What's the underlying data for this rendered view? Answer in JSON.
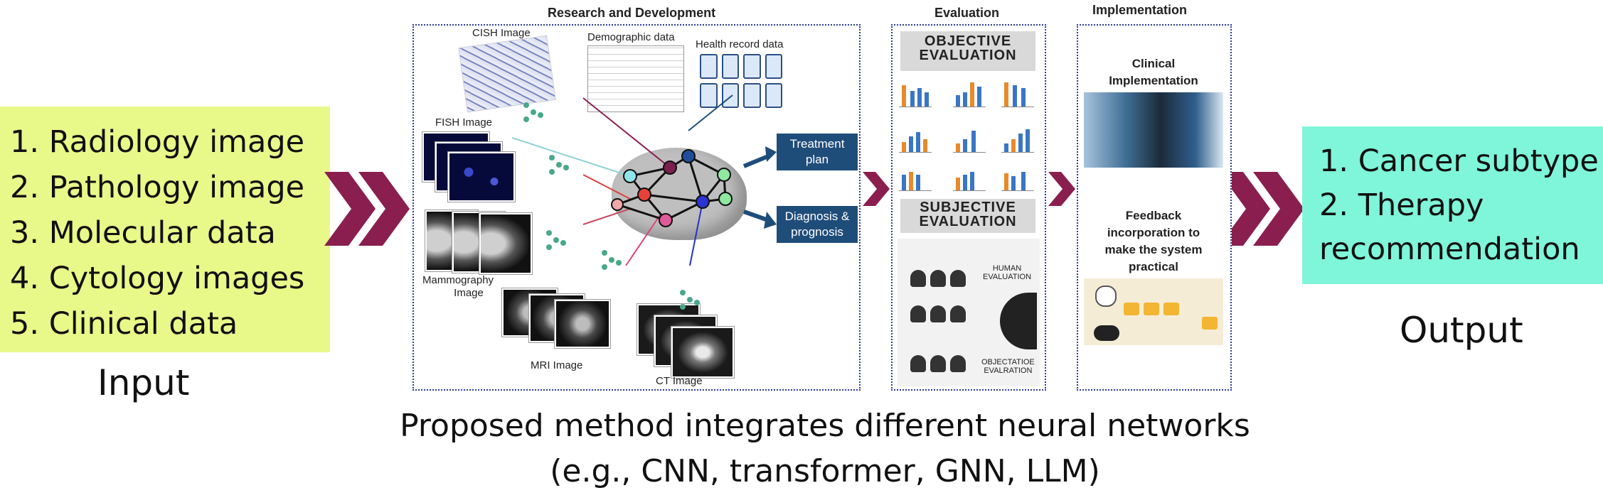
{
  "input": {
    "items": [
      "1. Radiology image",
      "2. Pathology image",
      "3. Molecular data",
      "4. Cytology images",
      "5. Clinical data"
    ],
    "caption": "Input"
  },
  "output": {
    "items": [
      "1. Cancer subtype",
      "2. Therapy",
      "recommendation"
    ],
    "caption": "Output"
  },
  "research": {
    "title": "Research and Development",
    "labels": {
      "cish": "CISH Image",
      "demographic": "Demographic data",
      "health_record": "Health record data",
      "fish": "FISH Image",
      "mammography_1": "Mammography",
      "mammography_2": "Image",
      "mri": "MRI Image",
      "ct": "CT Image"
    },
    "actions": {
      "treatment_1": "Treatment",
      "treatment_2": "plan",
      "diagnosis_1": "Diagnosis &",
      "diagnosis_2": "prognosis"
    }
  },
  "evaluation": {
    "title": "Evaluation",
    "objective_1": "OBJECTIVE",
    "objective_2": "EVALUATION",
    "subjective_1": "SUBJECTIVE",
    "subjective_2": "EVALUATION",
    "human_1": "HUMAN",
    "human_2": "EVALUATION",
    "objectatioe_1": "OBJECTATIOE",
    "objectatioe_2": "EVALRATION"
  },
  "implementation": {
    "title": "Implementation",
    "clinical_1": "Clinical",
    "clinical_2": "Implementation",
    "feedback_1": "Feedback",
    "feedback_2": "incorporation to",
    "feedback_3": "make the system",
    "feedback_4": "practical"
  },
  "caption": {
    "line1": "Proposed method integrates different neural networks",
    "line2": "(e.g., CNN, transformer, GNN, LLM)"
  },
  "colors": {
    "input_bg": "#e8f98a",
    "output_bg": "#7ff5d9",
    "chevron": "#8a1f4f",
    "panel_border": "#2b3a9a",
    "action_box": "#1f4d7a"
  }
}
